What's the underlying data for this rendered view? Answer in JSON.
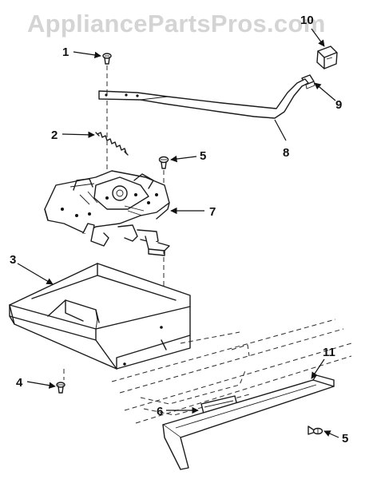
{
  "watermark": "AppliancePartsPros.com",
  "labels": {
    "l1": "1",
    "l2": "2",
    "l3": "3",
    "l4": "4",
    "l5a": "5",
    "l5b": "5",
    "l6": "6",
    "l7": "7",
    "l8": "8",
    "l9": "9",
    "l10": "10",
    "l11": "11"
  }
}
